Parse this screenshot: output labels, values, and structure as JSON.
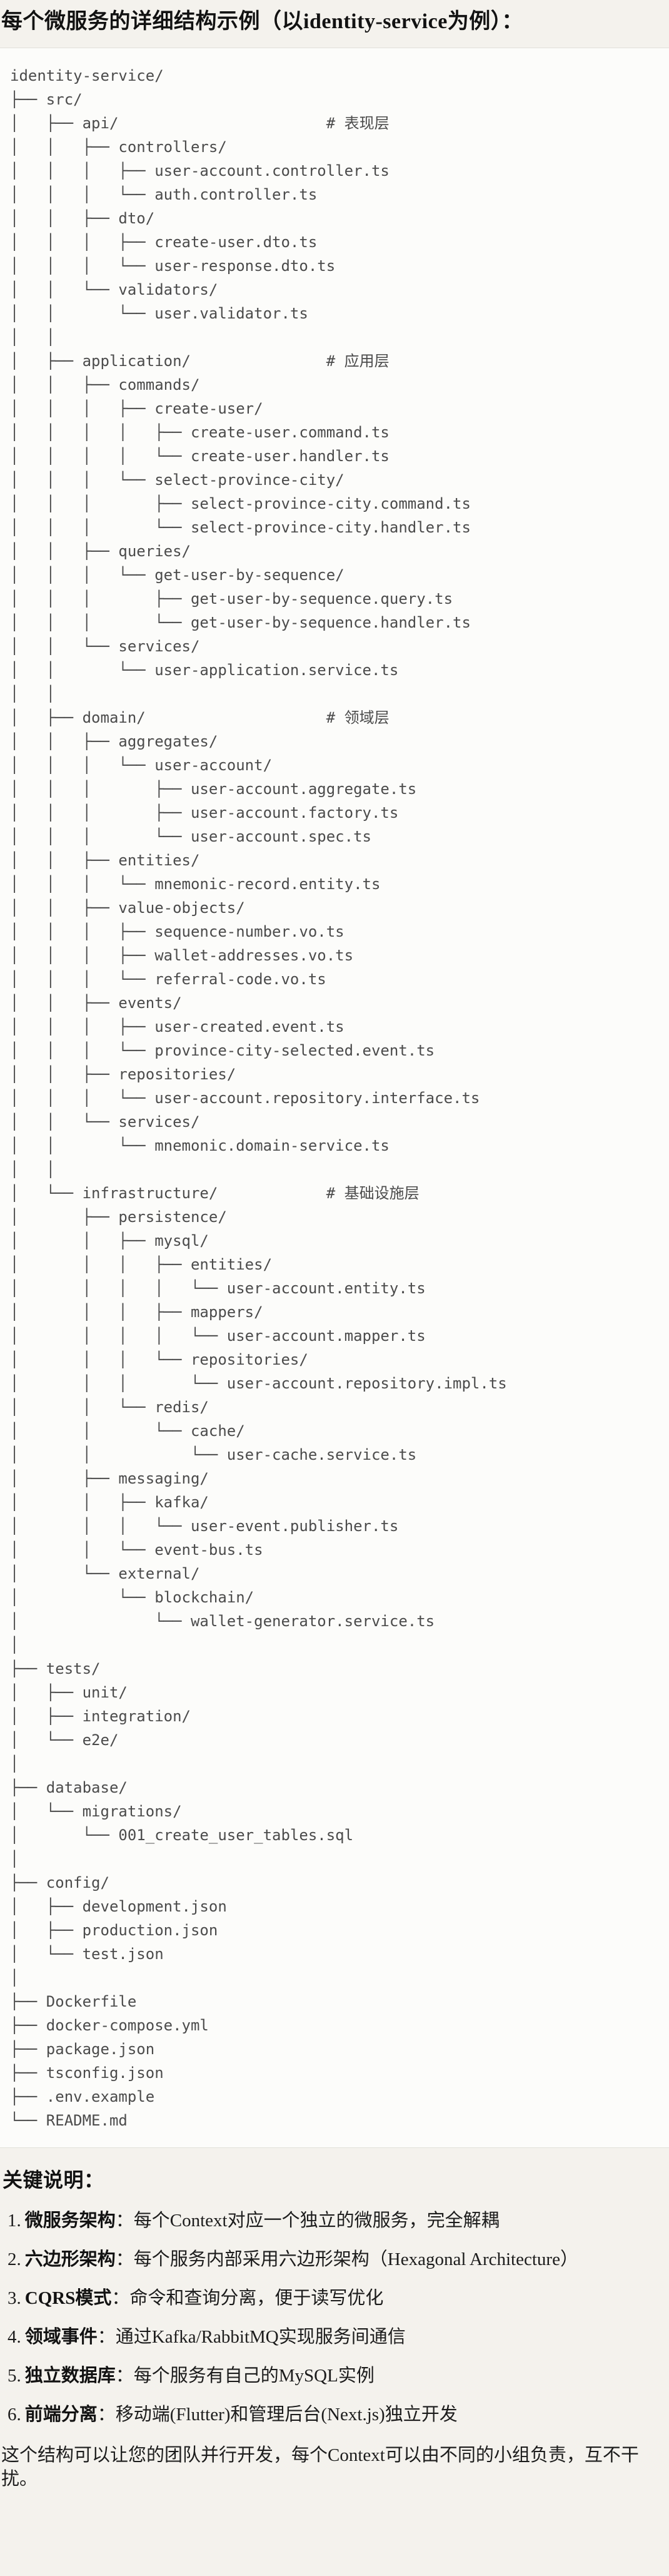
{
  "page": {
    "title": "每个微服务的详细结构示例（以identity-service为例）："
  },
  "code_block": {
    "language": "plaintext-file-tree",
    "lines": [
      "identity-service/",
      "├── src/",
      "│   ├── api/                       # 表现层",
      "│   │   ├── controllers/",
      "│   │   │   ├── user-account.controller.ts",
      "│   │   │   └── auth.controller.ts",
      "│   │   ├── dto/",
      "│   │   │   ├── create-user.dto.ts",
      "│   │   │   └── user-response.dto.ts",
      "│   │   └── validators/",
      "│   │       └── user.validator.ts",
      "│   │",
      "│   ├── application/               # 应用层",
      "│   │   ├── commands/",
      "│   │   │   ├── create-user/",
      "│   │   │   │   ├── create-user.command.ts",
      "│   │   │   │   └── create-user.handler.ts",
      "│   │   │   └── select-province-city/",
      "│   │   │       ├── select-province-city.command.ts",
      "│   │   │       └── select-province-city.handler.ts",
      "│   │   ├── queries/",
      "│   │   │   └── get-user-by-sequence/",
      "│   │   │       ├── get-user-by-sequence.query.ts",
      "│   │   │       └── get-user-by-sequence.handler.ts",
      "│   │   └── services/",
      "│   │       └── user-application.service.ts",
      "│   │",
      "│   ├── domain/                    # 领域层",
      "│   │   ├── aggregates/",
      "│   │   │   └── user-account/",
      "│   │   │       ├── user-account.aggregate.ts",
      "│   │   │       ├── user-account.factory.ts",
      "│   │   │       └── user-account.spec.ts",
      "│   │   ├── entities/",
      "│   │   │   └── mnemonic-record.entity.ts",
      "│   │   ├── value-objects/",
      "│   │   │   ├── sequence-number.vo.ts",
      "│   │   │   ├── wallet-addresses.vo.ts",
      "│   │   │   └── referral-code.vo.ts",
      "│   │   ├── events/",
      "│   │   │   ├── user-created.event.ts",
      "│   │   │   └── province-city-selected.event.ts",
      "│   │   ├── repositories/",
      "│   │   │   └── user-account.repository.interface.ts",
      "│   │   └── services/",
      "│   │       └── mnemonic.domain-service.ts",
      "│   │",
      "│   └── infrastructure/            # 基础设施层",
      "│       ├── persistence/",
      "│       │   ├── mysql/",
      "│       │   │   ├── entities/",
      "│       │   │   │   └── user-account.entity.ts",
      "│       │   │   ├── mappers/",
      "│       │   │   │   └── user-account.mapper.ts",
      "│       │   │   └── repositories/",
      "│       │   │       └── user-account.repository.impl.ts",
      "│       │   └── redis/",
      "│       │       └── cache/",
      "│       │           └── user-cache.service.ts",
      "│       ├── messaging/",
      "│       │   ├── kafka/",
      "│       │   │   └── user-event.publisher.ts",
      "│       │   └── event-bus.ts",
      "│       └── external/",
      "│           └── blockchain/",
      "│               └── wallet-generator.service.ts",
      "│",
      "├── tests/",
      "│   ├── unit/",
      "│   ├── integration/",
      "│   └── e2e/",
      "│",
      "├── database/",
      "│   └── migrations/",
      "│       └── 001_create_user_tables.sql",
      "│",
      "├── config/",
      "│   ├── development.json",
      "│   ├── production.json",
      "│   └── test.json",
      "│",
      "├── Dockerfile",
      "├── docker-compose.yml",
      "├── package.json",
      "├── tsconfig.json",
      "├── .env.example",
      "└── README.md"
    ]
  },
  "notes": {
    "heading": "关键说明：",
    "items": [
      {
        "num": "1.",
        "term": "微服务架构",
        "desc": "：每个Context对应一个独立的微服务，完全解耦"
      },
      {
        "num": "2.",
        "term": "六边形架构",
        "desc": "：每个服务内部采用六边形架构（Hexagonal Architecture）"
      },
      {
        "num": "3.",
        "term": "CQRS模式",
        "desc": "：命令和查询分离，便于读写优化"
      },
      {
        "num": "4.",
        "term": "领域事件",
        "desc": "：通过Kafka/RabbitMQ实现服务间通信"
      },
      {
        "num": "5.",
        "term": "独立数据库",
        "desc": "：每个服务有自己的MySQL实例"
      },
      {
        "num": "6.",
        "term": "前端分离",
        "desc": "：移动端(Flutter)和管理后台(Next.js)独立开发"
      }
    ],
    "footer": "这个结构可以让您的团队并行开发，每个Context可以由不同的小组负责，互不干扰。"
  },
  "colors": {
    "page_bg": "#f4f2ed",
    "code_bg": "#fcfcfa",
    "code_border": "#e1e0da",
    "code_text": "#4b4b4b",
    "heading_text": "#121212",
    "body_text": "#1c1c1c"
  }
}
